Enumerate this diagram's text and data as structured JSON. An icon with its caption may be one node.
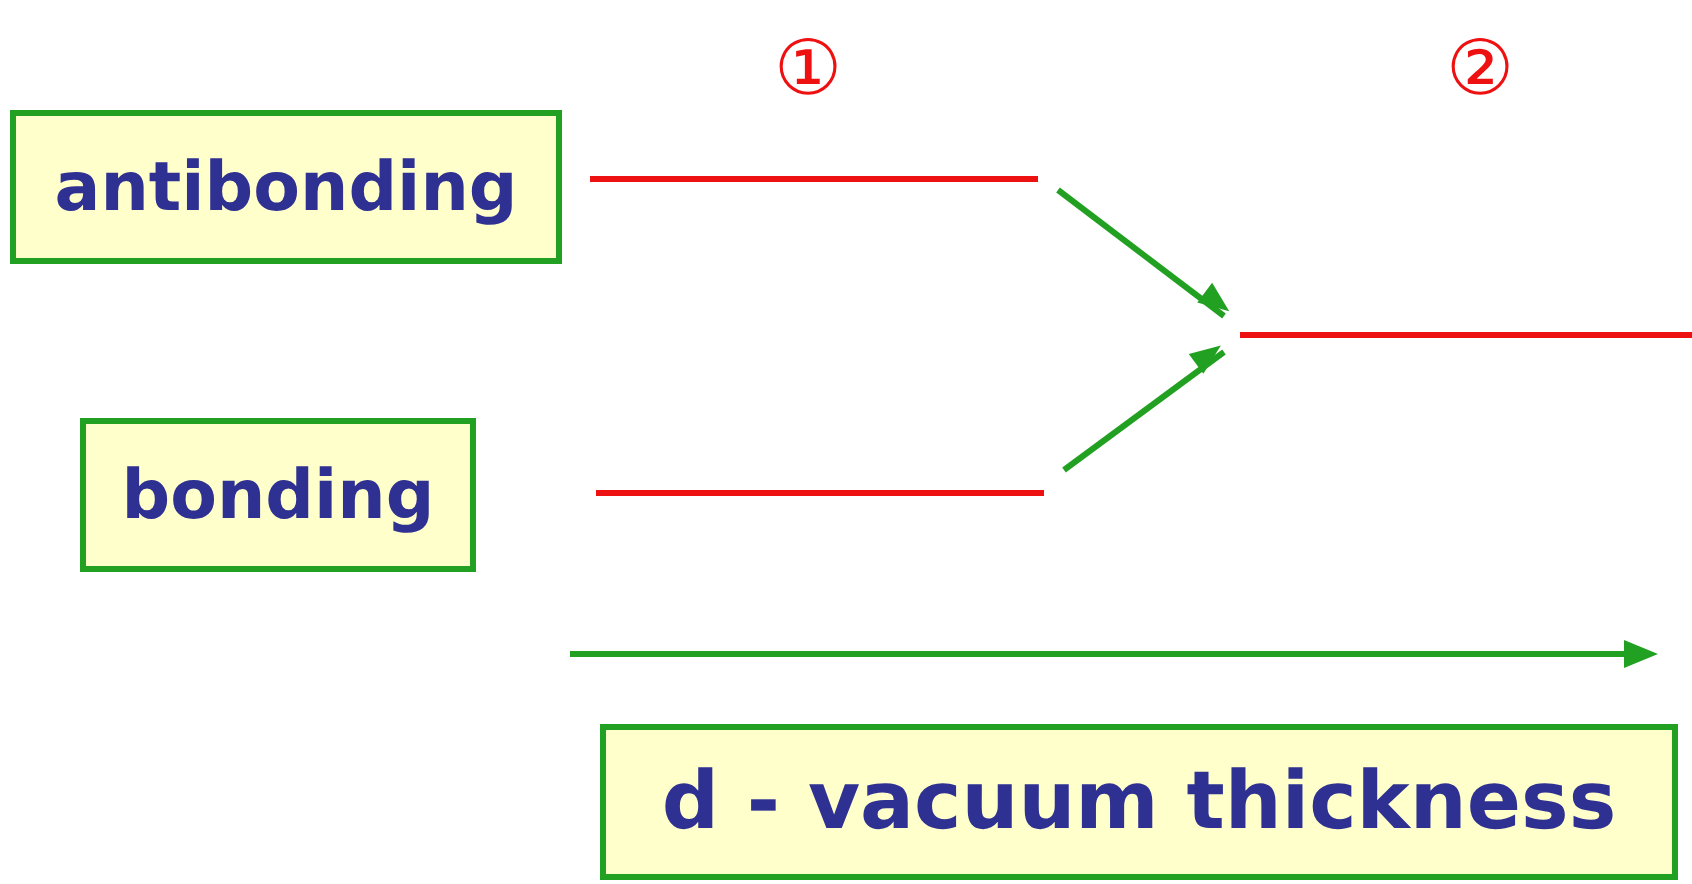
{
  "diagram": {
    "nodes": [
      {
        "text": [
          "antibonding"
        ]
      },
      {
        "text": [
          "bonding"
        ]
      },
      {
        "text": [],
        "shape": "bar"
      },
      {
        "text": [],
        "shape": "bar"
      },
      {
        "text": [],
        "shape": "bar"
      },
      {
        "text": [
          "d - vacuum thickness"
        ]
      }
    ],
    "edges": [
      {
        "from": 2,
        "to": 4,
        "arrow": "to"
      },
      {
        "from": 3,
        "to": 4,
        "arrow": "to"
      }
    ],
    "labels": [
      "①",
      "②"
    ]
  }
}
